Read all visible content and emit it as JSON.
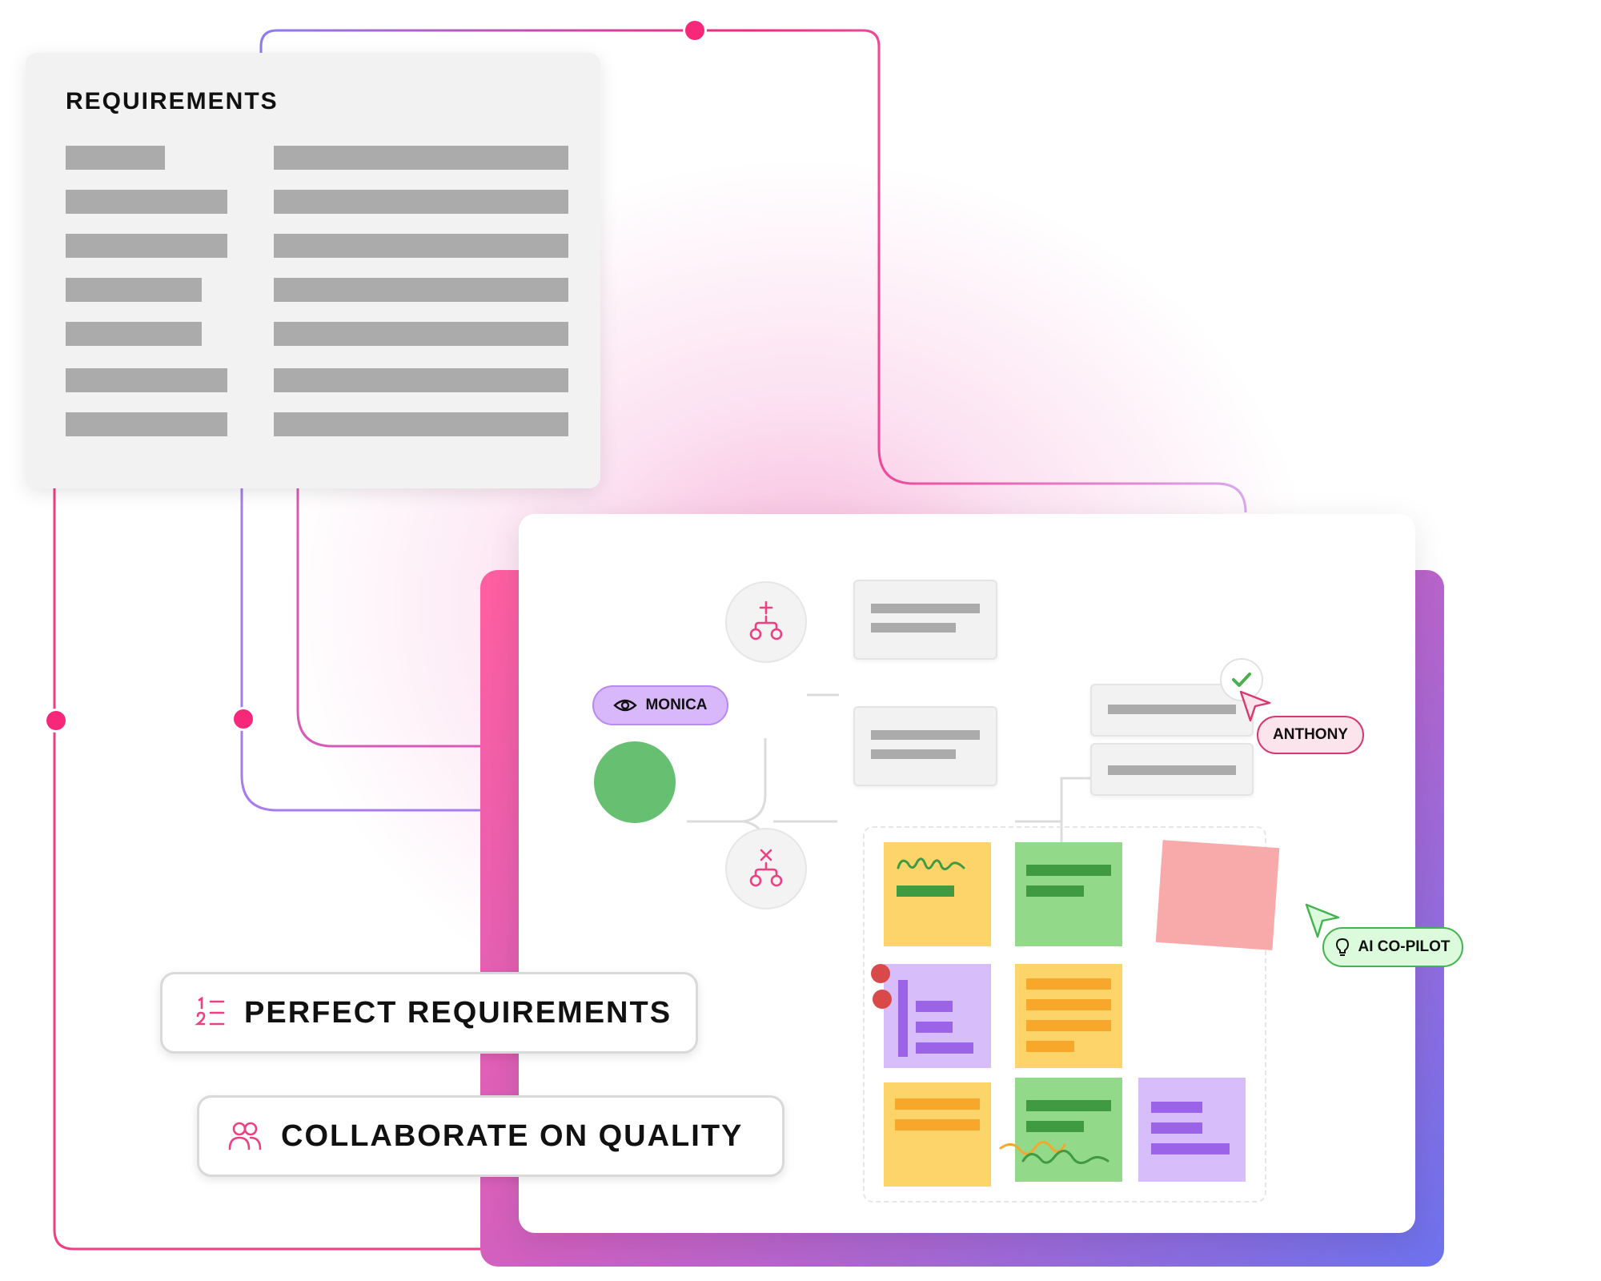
{
  "requirements_card": {
    "title": "REQUIREMENTS"
  },
  "tags": {
    "monica": "MONICA",
    "anthony": "ANTHONY",
    "ai_copilot": "AI CO-PILOT"
  },
  "features": [
    {
      "label": "PERFECT REQUIREMENTS",
      "icon": "numbered-list-icon"
    },
    {
      "label": "COLLABORATE ON QUALITY",
      "icon": "users-icon"
    }
  ],
  "colors": {
    "pink_accent": "#f7277a",
    "violet": "#c79af0",
    "node_green": "#67c072",
    "monica_tag": "#d8b8fb",
    "anthony_tag": "#fbe4ec",
    "copilot_tag": "#dcfbdc",
    "sticky_yellow": "#fdd46a",
    "sticky_green": "#93d98a",
    "sticky_purple": "#d8bdfb",
    "sticky_red": "#f8a9a9"
  },
  "icons": [
    "add-branch-icon",
    "remove-branch-icon",
    "eye-icon",
    "check-icon",
    "cursor-arrow-icon",
    "lightbulb-icon"
  ]
}
